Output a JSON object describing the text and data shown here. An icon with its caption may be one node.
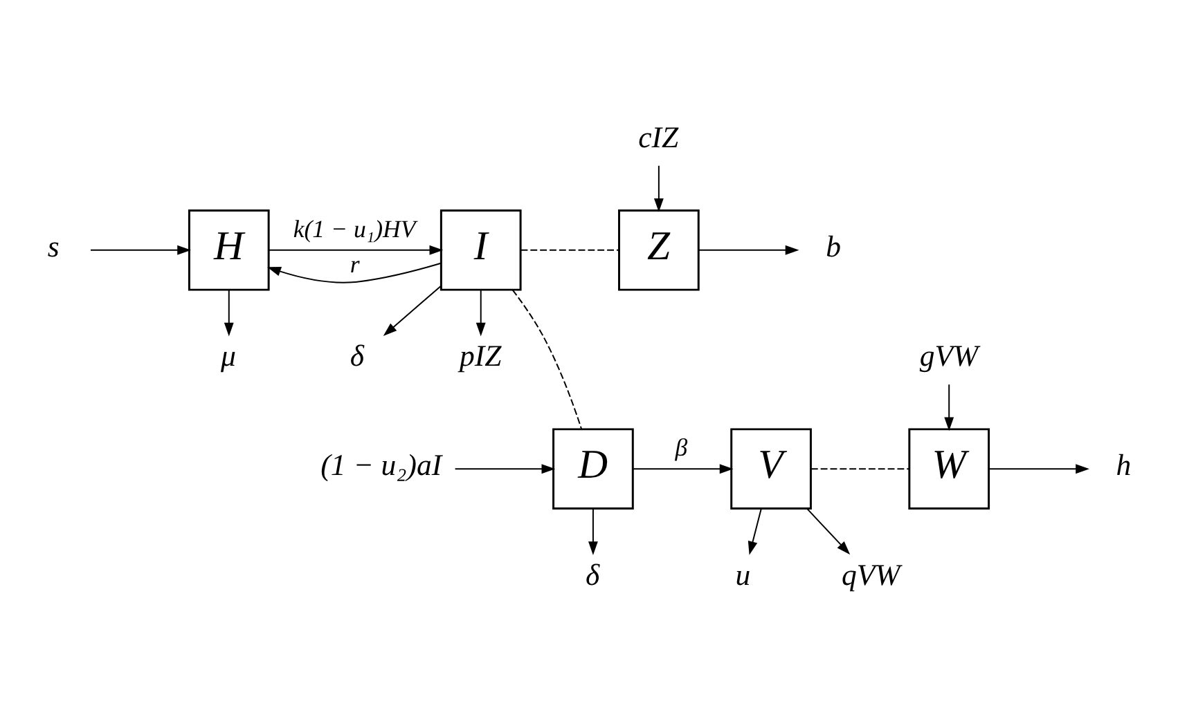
{
  "diagram": {
    "nodes": [
      {
        "text": [
          "s"
        ]
      },
      {
        "text": [
          "H"
        ]
      },
      {
        "text": [
          "I"
        ]
      },
      {
        "text": [
          "cIZ"
        ]
      },
      {
        "text": [
          "Z"
        ]
      },
      {
        "text": [
          "b"
        ]
      },
      {
        "text": [
          "μ"
        ]
      },
      {
        "text": [
          "δ"
        ]
      },
      {
        "text": [
          "pIZ"
        ]
      },
      {
        "text": [
          "gVW"
        ]
      },
      {
        "text": [
          "(1 − u₂)aI"
        ]
      },
      {
        "text": [
          "D"
        ]
      },
      {
        "text": [
          "V"
        ]
      },
      {
        "text": [
          "W"
        ]
      },
      {
        "text": [
          "h"
        ]
      },
      {
        "text": [
          "δ"
        ]
      },
      {
        "text": [
          "u"
        ]
      },
      {
        "text": [
          "qVW"
        ]
      }
    ],
    "edges": [
      {
        "from": 0,
        "to": 1,
        "arrow": "to"
      },
      {
        "from": 1,
        "to": 2,
        "arrow": "to",
        "label": "k(1 − u₁)HV"
      },
      {
        "from": 2,
        "to": 1,
        "arrow": "to",
        "label": "r"
      },
      {
        "from": 3,
        "to": 4,
        "arrow": "to"
      },
      {
        "from": 4,
        "to": 5,
        "arrow": "to"
      },
      {
        "from": 1,
        "to": 6,
        "arrow": "to"
      },
      {
        "from": 2,
        "to": 7,
        "arrow": "to"
      },
      {
        "from": 2,
        "to": 8,
        "arrow": "to"
      },
      {
        "from": 2,
        "to": 4,
        "arrow": "none",
        "style": "dashed"
      },
      {
        "from": 2,
        "to": 11,
        "arrow": "none",
        "style": "dashed"
      },
      {
        "from": 9,
        "to": 13,
        "arrow": "to"
      },
      {
        "from": 10,
        "to": 11,
        "arrow": "to"
      },
      {
        "from": 11,
        "to": 12,
        "arrow": "to",
        "label": "β"
      },
      {
        "from": 12,
        "to": 13,
        "arrow": "none",
        "style": "dashed"
      },
      {
        "from": 13,
        "to": 14,
        "arrow": "to"
      },
      {
        "from": 11,
        "to": 15,
        "arrow": "to"
      },
      {
        "from": 12,
        "to": 16,
        "arrow": "to"
      },
      {
        "from": 12,
        "to": 17,
        "arrow": "to"
      }
    ]
  }
}
